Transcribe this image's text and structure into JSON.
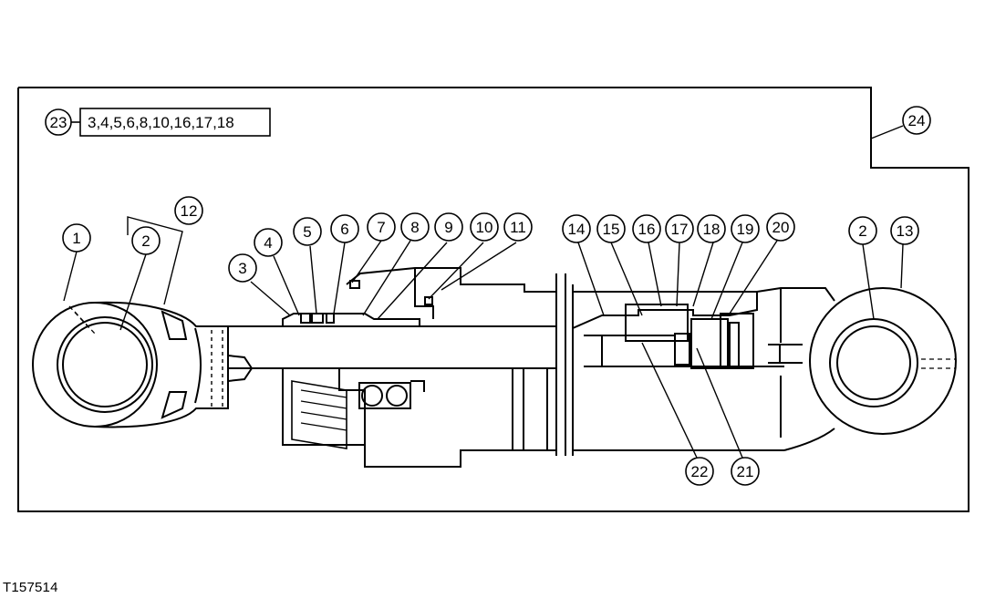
{
  "figure_id": "T157514",
  "kit": {
    "number": "23",
    "parts": "3,4,5,6,8,10,16,17,18"
  },
  "callouts": {
    "c1": "1",
    "c2a": "2",
    "c12": "12",
    "c3": "3",
    "c4": "4",
    "c5": "5",
    "c6": "6",
    "c7": "7",
    "c8": "8",
    "c9": "9",
    "c10": "10",
    "c11": "11",
    "c14": "14",
    "c15": "15",
    "c16": "16",
    "c17": "17",
    "c18": "18",
    "c19": "19",
    "c20": "20",
    "c2b": "2",
    "c13": "13",
    "c22": "22",
    "c21": "21",
    "c24": "24"
  }
}
